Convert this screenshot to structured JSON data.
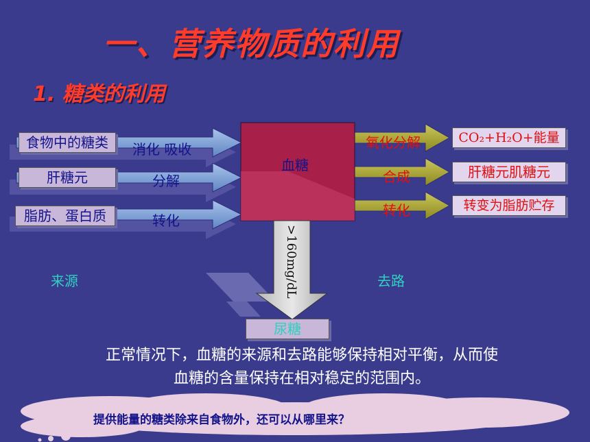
{
  "title": "一、营养物质的利用",
  "subtitle": "1. 糖类的利用",
  "center": {
    "label": "血糖"
  },
  "sources": [
    {
      "box": "食物中的糖类",
      "process": "消化  吸收"
    },
    {
      "box": "肝糖元",
      "process": "分解"
    },
    {
      "box": "脂肪、蛋白质",
      "process": "转化"
    }
  ],
  "destinations": [
    {
      "process": "氧化分解",
      "box": "CO₂+H₂O+能量"
    },
    {
      "process": "合成",
      "box": "肝糖元肌糖元"
    },
    {
      "process": "转化",
      "box": "转变为脂肪贮存"
    }
  ],
  "threshold": ">160mg/dL",
  "urine": "尿糖",
  "source_label": "来源",
  "destination_label": "去路",
  "paragraph": {
    "line1": "正常情况下，血糖的来源和去路能够保持相对平衡，从而使",
    "line2": "血糖的含量保持在相对稳定的范围内。"
  },
  "question": "提供能量的糖类除来自食物外，还可以从哪里来？",
  "colors": {
    "background": "#3b3b8e",
    "title": "#ff3b2a",
    "center_box": "#b3224a",
    "arrow_in": "#7ea6d8",
    "arrow_out": "#a9a63a",
    "teal": "#30d0c0"
  }
}
